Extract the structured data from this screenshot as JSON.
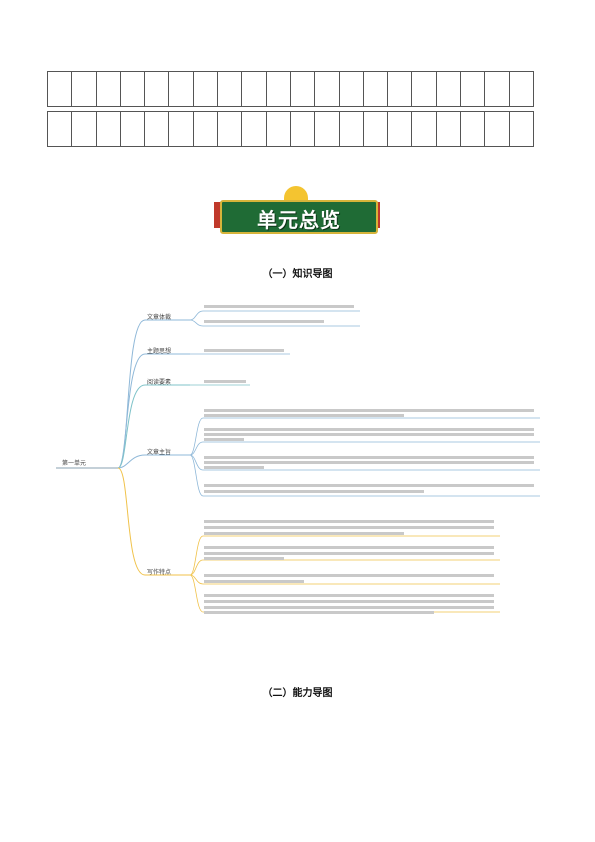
{
  "banner": {
    "title": "单元总览"
  },
  "sections": {
    "knowledge_map": "（一）知识导图",
    "ability_map": "（二）能力导图"
  },
  "mindmap": {
    "root": "第一单元",
    "branches": [
      {
        "label": "文章体裁",
        "color": "#8fb8d8"
      },
      {
        "label": "主题思想",
        "color": "#8fb8d8"
      },
      {
        "label": "阅读要素",
        "color": "#7fc3c9"
      },
      {
        "label": "文章主旨",
        "color": "#8fb8d8"
      },
      {
        "label": "写作特点",
        "color": "#f0c24a"
      }
    ]
  }
}
